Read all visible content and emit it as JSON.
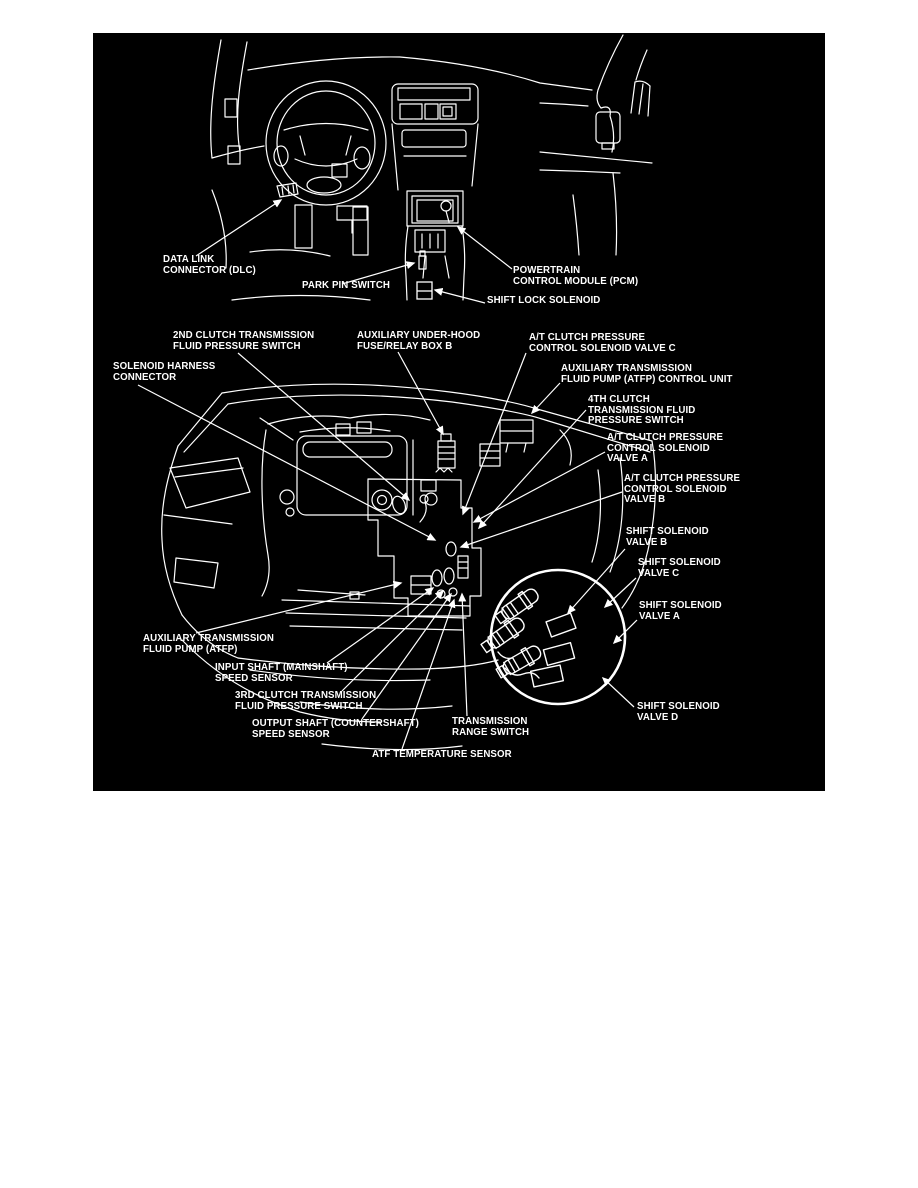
{
  "figure": {
    "panel_bg": "#000000",
    "ink": "#ffffff",
    "description": "Automatic transmission component location diagram: dashboard view (top) and engine compartment view (bottom) with detail circle of shift solenoid valves"
  },
  "dashboard_callouts": {
    "data_link_connector": "DATA LINK\nCONNECTOR (DLC)",
    "park_pin_switch": "PARK PIN SWITCH",
    "powertrain_control_module": "POWERTRAIN\nCONTROL MODULE (PCM)",
    "shift_lock_solenoid": "SHIFT LOCK SOLENOID"
  },
  "engine_bay_callouts": {
    "second_clutch_pressure_switch": "2ND CLUTCH TRANSMISSION\nFLUID PRESSURE SWITCH",
    "aux_underhood_fuse_relay_box": "AUXILIARY UNDER-HOOD\nFUSE/RELAY BOX B",
    "at_clutch_valve_c": "A/T CLUTCH PRESSURE\nCONTROL SOLENOID VALVE C",
    "solenoid_harness_connector": "SOLENOID HARNESS\nCONNECTOR",
    "atfp_control_unit": "AUXILIARY TRANSMISSION\nFLUID PUMP (ATFP) CONTROL UNIT",
    "fourth_clutch_pressure_switch": "4TH CLUTCH\nTRANSMISSION FLUID\nPRESSURE SWITCH",
    "at_clutch_valve_a": "A/T CLUTCH PRESSURE\nCONTROL SOLENOID\nVALVE A",
    "at_clutch_valve_b": "A/T CLUTCH PRESSURE\nCONTROL SOLENOID\nVALVE B",
    "shift_solenoid_valve_b": "SHIFT SOLENOID\nVALVE B",
    "shift_solenoid_valve_c": "SHIFT SOLENOID\nVALVE C",
    "shift_solenoid_valve_a": "SHIFT SOLENOID\nVALVE A",
    "aux_transmission_fluid_pump": "AUXILIARY TRANSMISSION\nFLUID PUMP (ATFP)",
    "input_shaft_speed_sensor": "INPUT SHAFT (MAINSHAFT)\nSPEED SENSOR",
    "third_clutch_pressure_switch": "3RD CLUTCH TRANSMISSION\nFLUID PRESSURE SWITCH",
    "output_shaft_speed_sensor": "OUTPUT SHAFT (COUNTERSHAFT)\nSPEED SENSOR",
    "transmission_range_switch": "TRANSMISSION\nRANGE SWITCH",
    "atf_temperature_sensor": "ATF TEMPERATURE SENSOR",
    "shift_solenoid_valve_d": "SHIFT SOLENOID\nVALVE D"
  }
}
